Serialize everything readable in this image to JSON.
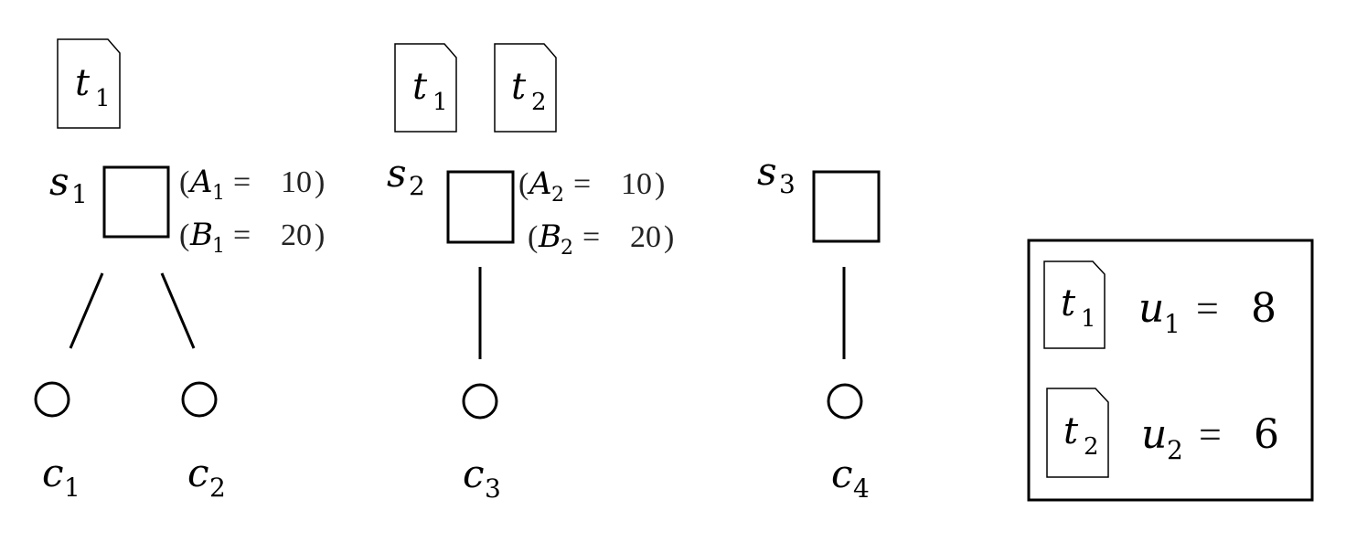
{
  "servers": [
    {
      "id": "s1",
      "letter": "s",
      "index": "1",
      "tasks": [
        {
          "letter": "t",
          "index": "1"
        }
      ],
      "attrs": [
        {
          "name": "A",
          "index": "1",
          "value": "10"
        },
        {
          "name": "B",
          "index": "1",
          "value": "20"
        }
      ],
      "clients": [
        {
          "letter": "c",
          "index": "1"
        },
        {
          "letter": "c",
          "index": "2"
        }
      ]
    },
    {
      "id": "s2",
      "letter": "s",
      "index": "2",
      "tasks": [
        {
          "letter": "t",
          "index": "1"
        },
        {
          "letter": "t",
          "index": "2"
        }
      ],
      "attrs": [
        {
          "name": "A",
          "index": "2",
          "value": "10"
        },
        {
          "name": "B",
          "index": "2",
          "value": "20"
        }
      ],
      "clients": [
        {
          "letter": "c",
          "index": "3"
        }
      ]
    },
    {
      "id": "s3",
      "letter": "s",
      "index": "3",
      "tasks": [],
      "attrs": [],
      "clients": [
        {
          "letter": "c",
          "index": "4"
        }
      ]
    }
  ],
  "legend": {
    "items": [
      {
        "task_letter": "t",
        "task_index": "1",
        "util_letter": "u",
        "util_index": "1",
        "value": "8"
      },
      {
        "task_letter": "t",
        "task_index": "2",
        "util_letter": "u",
        "util_index": "2",
        "value": "6"
      }
    ]
  }
}
